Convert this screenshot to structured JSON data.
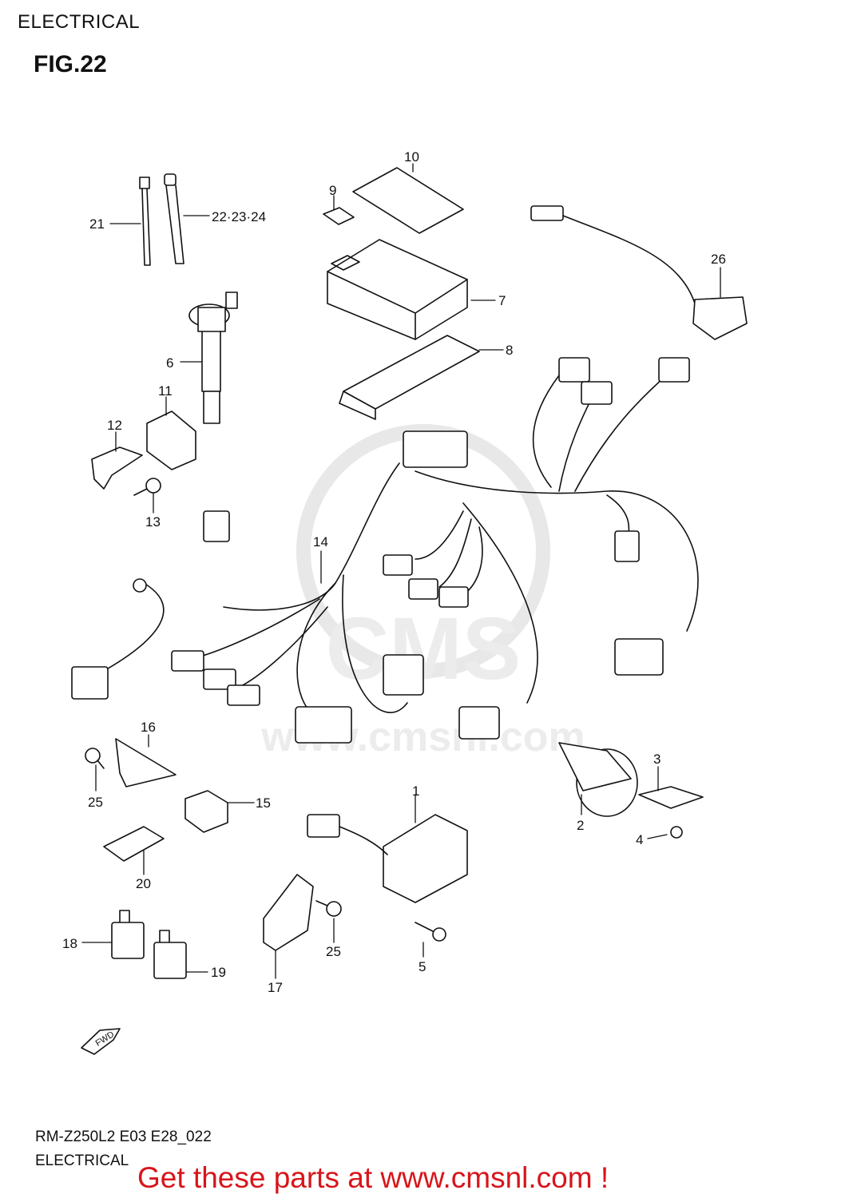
{
  "header": {
    "section_title": "ELECTRICAL",
    "figure_label": "FIG.22"
  },
  "footer": {
    "diagram_code": "RM-Z250L2  E03  E28_022",
    "section_name": "ELECTRICAL"
  },
  "promo": {
    "text": "Get these parts at www.cmsnl.com !",
    "color": "#d8151b"
  },
  "watermark": {
    "brand": "CMS",
    "site": "www.cmsnl.com",
    "color": "#e6e6e6"
  },
  "fwd_arrow_label": "FWD",
  "callouts": {
    "c1": "1",
    "c2": "2",
    "c3": "3",
    "c4": "4",
    "c5": "5",
    "c6": "6",
    "c7": "7",
    "c8": "8",
    "c9": "9",
    "c10": "10",
    "c11": "11",
    "c12": "12",
    "c13": "13",
    "c14": "14",
    "c15": "15",
    "c16": "16",
    "c17": "17",
    "c18": "18",
    "c19": "19",
    "c20": "20",
    "c21": "21",
    "c22": "22·23·24",
    "c25a": "25",
    "c25b": "25",
    "c26": "26"
  }
}
